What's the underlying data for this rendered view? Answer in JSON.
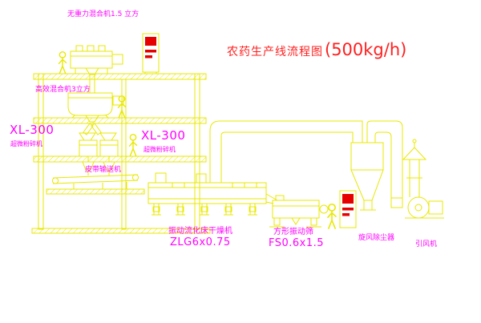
{
  "diagram": {
    "title": "农药生产线流程图",
    "title_capacity": "(500kg/h)"
  },
  "labels": {
    "gravity_mixer": "无重力混合机1.5 立方",
    "high_efficiency_mixer": "高效混合机3立方",
    "mill_left_model": "XL-300",
    "mill_left_name": "超微粉碎机",
    "mill_right_model": "XL-300",
    "mill_right_name": "超微粉碎机",
    "belt_conveyor": "皮带输送机",
    "dryer_name": "振动流化床干燥机",
    "dryer_model": "ZLG6x0.75",
    "screen_name": "方形振动筛",
    "screen_model": "FS0.6x1.5",
    "cyclone": "旋风除尘器",
    "fan": "引风机"
  },
  "colors": {
    "line": "#e8e800",
    "label_text": "#ff00ff",
    "title_text": "#ff1f1f",
    "accent_red": "#e60000",
    "background": "#ffffff"
  }
}
